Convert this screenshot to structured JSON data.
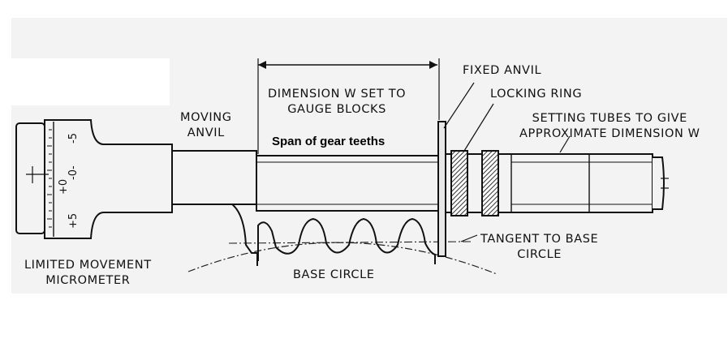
{
  "labels": {
    "moving_anvil": [
      "MOVING",
      "ANVIL"
    ],
    "dimension_w": [
      "DIMENSION W SET TO",
      "GAUGE BLOCKS"
    ],
    "fixed_anvil": "FIXED ANVIL",
    "locking_ring": "LOCKING RING",
    "setting_tubes": [
      "SETTING TUBES TO GIVE",
      "APPROXIMATE DIMENSION W"
    ],
    "span_note": "Span of gear teeths",
    "limited_micrometer": [
      "LIMITED MOVEMENT",
      "MICROMETER"
    ],
    "base_circle": "BASE CIRCLE",
    "tangent": [
      "TANGENT TO BASE",
      "CIRCLE"
    ]
  },
  "scale_marks": [
    "-5",
    "-0-",
    "+0",
    "+5"
  ],
  "colors": {
    "ink": "#111111",
    "paper": "#f3f3f3",
    "hatch": "#444444"
  }
}
